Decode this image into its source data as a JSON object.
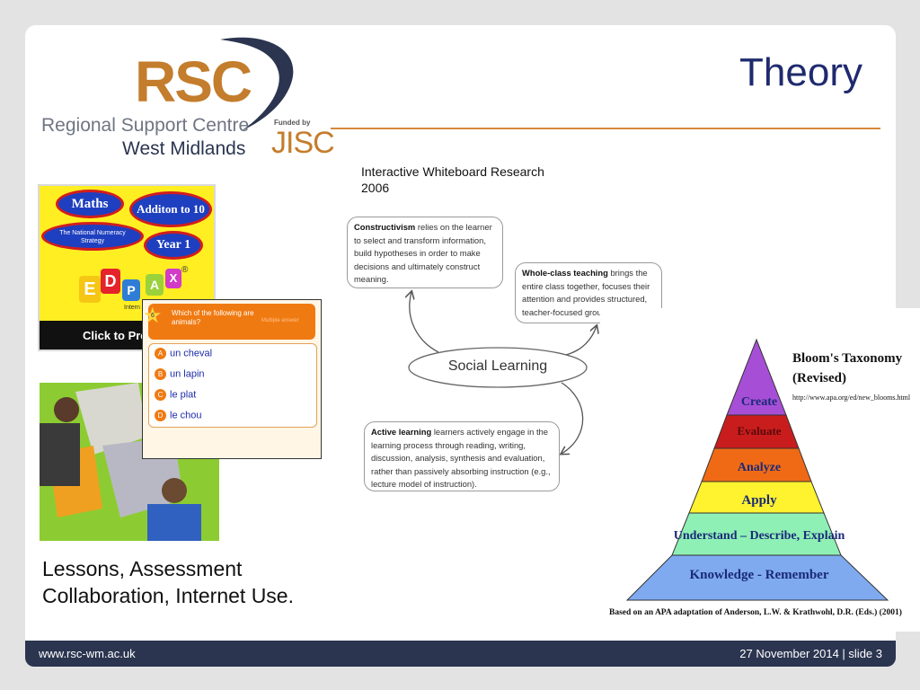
{
  "slide": {
    "title": "Theory",
    "research_title": "Interactive Whiteboard Research",
    "research_year": "2006",
    "caption_line1": "Lessons, Assessment",
    "caption_line2": "Collaboration, Internet Use."
  },
  "logo": {
    "rsc": "RSC",
    "line1": "Regional Support Centre",
    "line2": "West Midlands",
    "funded_by": "Funded by",
    "jisc": "JISC",
    "brand_color": "#c47d2c",
    "navy": "#2b3550"
  },
  "diagram": {
    "center": "Social Learning",
    "constructivism_term": "Constructivism",
    "constructivism_text": " relies on the learner to select and transform information, build hypotheses in order to make decisions and ultimately construct meaning.",
    "wholeclass_term": "Whole-class teaching",
    "wholeclass_text": " brings the entire class together, focuses their attention and provides structured, teacher-focused group interaction.",
    "active_term": "Active learning",
    "active_text": " learners actively engage in the learning process through reading, writing, discussion, analysis, synthesis and evaluation, rather than passively absorbing instruction (e.g., lecture model of instruction)."
  },
  "bloom": {
    "title_line1": "Bloom's Taxonomy",
    "title_line2": "(Revised)",
    "url": "http://www.apa.org/ed/new_blooms.html",
    "levels": [
      "Create",
      "Evaluate",
      "Analyze",
      "Apply",
      "Understand – Describe, Explain",
      "Knowledge - Remember"
    ],
    "level_colors": [
      "#a64fd6",
      "#c91d1d",
      "#f06a16",
      "#fff22e",
      "#8ff0b6",
      "#7faaf0"
    ],
    "citation": "Based on an APA adaptation of Anderson, L.W. & Krathwohl, D.R. (Eds.) (2001)"
  },
  "edpax": {
    "maths": "Maths",
    "addition": "Additon to 10",
    "strategy_line1": "The National Numeracy",
    "strategy_line2": "Strategy",
    "year": "Year 1",
    "letters": [
      "E",
      "D",
      "P",
      "A",
      "X"
    ],
    "reg": "®",
    "inter": "Intern",
    "click": "Click to Pre"
  },
  "quiz": {
    "number": "6",
    "question_line1": "Which of the following are",
    "question_line2": "animals?",
    "mode": "Multiple answer",
    "options": [
      {
        "letter": "A",
        "text": "un cheval"
      },
      {
        "letter": "B",
        "text": "un lapin"
      },
      {
        "letter": "C",
        "text": "le plat"
      },
      {
        "letter": "D",
        "text": "le chou"
      }
    ]
  },
  "footer": {
    "website": "www.rsc-wm.ac.uk",
    "date_slide": "27 November 2014 | slide 3"
  }
}
